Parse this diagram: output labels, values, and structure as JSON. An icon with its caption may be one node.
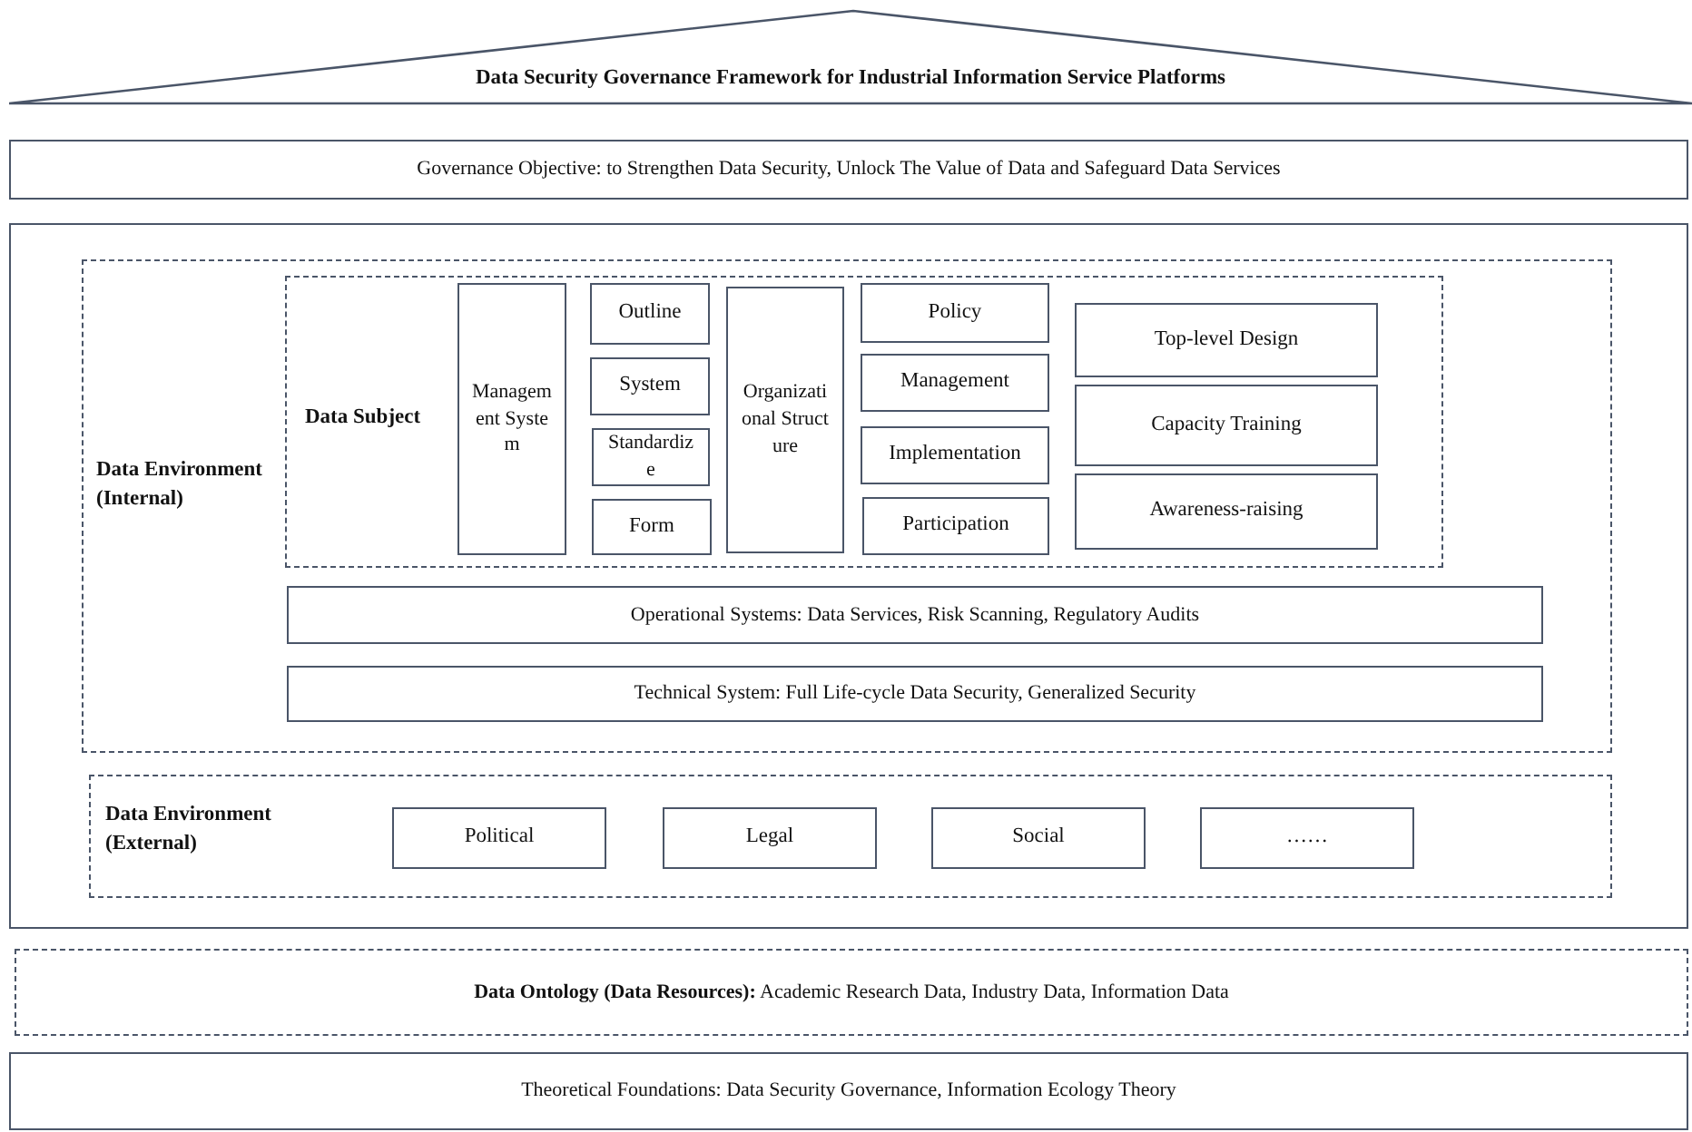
{
  "diagram": {
    "nodes": [
      {
        "text": [
          "Data Security Governance Framework for Industrial Information Service Platforms"
        ]
      },
      {
        "text": [
          "Governance Objective: to Strengthen Data Security, Unlock The Value of Data and Safeguard Data Services"
        ]
      },
      {
        "text": [],
        "shape": "box"
      },
      {
        "text": [
          "Data Environment (Internal)"
        ],
        "in": 2
      },
      {
        "text": [
          "Data Subject"
        ],
        "in": 3
      },
      {
        "text": [
          "Management System"
        ],
        "in": 4
      },
      {
        "text": [
          "Outline"
        ],
        "in": 4
      },
      {
        "text": [
          "System"
        ],
        "in": 4
      },
      {
        "text": [
          "Standardize"
        ],
        "in": 4
      },
      {
        "text": [
          "Form"
        ],
        "in": 4
      },
      {
        "text": [
          "Organizational Structure"
        ],
        "in": 4
      },
      {
        "text": [
          "Policy"
        ],
        "in": 4
      },
      {
        "text": [
          "Management"
        ],
        "in": 4
      },
      {
        "text": [
          "Implementation"
        ],
        "in": 4
      },
      {
        "text": [
          "Participation"
        ],
        "in": 4
      },
      {
        "text": [
          "Top-level Design"
        ],
        "in": 4
      },
      {
        "text": [
          "Capacity Training"
        ],
        "in": 4
      },
      {
        "text": [
          "Awareness-raising"
        ],
        "in": 4
      },
      {
        "text": [
          "Operational Systems: Data Services, Risk Scanning, Regulatory Audits"
        ],
        "in": 3
      },
      {
        "text": [
          "Technical System: Full Life-cycle Data Security, Generalized Security"
        ],
        "in": 3
      },
      {
        "text": [
          "Data Environment (External)"
        ],
        "in": 2
      },
      {
        "text": [
          "Political"
        ],
        "in": 20
      },
      {
        "text": [
          "Legal"
        ],
        "in": 20
      },
      {
        "text": [
          "Social"
        ],
        "in": 20
      },
      {
        "text": [
          "……"
        ],
        "in": 20
      },
      {
        "text": [
          "**Data Ontology (Data Resources):** Academic Research Data, Industry Data, Information Data"
        ]
      },
      {
        "text": [
          "Theoretical Foundations: Data Security Governance, Information Ecology Theory"
        ]
      }
    ]
  }
}
